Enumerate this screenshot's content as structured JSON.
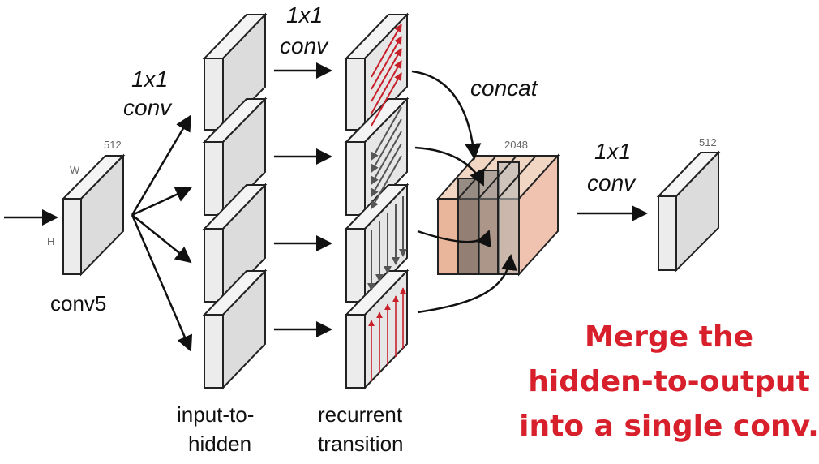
{
  "labels": {
    "conv1x1_a": [
      "1x1",
      "conv"
    ],
    "conv1x1_b": [
      "1x1",
      "conv"
    ],
    "conv1x1_c": [
      "1x1",
      "conv"
    ],
    "concat": "concat",
    "conv5": "conv5",
    "input_to_hidden": [
      "input-to-",
      "hidden"
    ],
    "recurrent_transition": [
      "recurrent",
      "transition"
    ],
    "dim_512_in": "512",
    "dim_W": "W",
    "dim_H": "H",
    "dim_2048": "2048",
    "dim_512_out": "512"
  },
  "note": [
    "Merge the",
    "hidden-to-output",
    "into a single conv."
  ],
  "colors": {
    "note": "#d8202c",
    "arrow_red": "#c8202a",
    "arrow_gray": "#555555",
    "block_face": "#e8e8e8",
    "block_edge": "#222222",
    "concat_tint": "#e9a68a"
  }
}
